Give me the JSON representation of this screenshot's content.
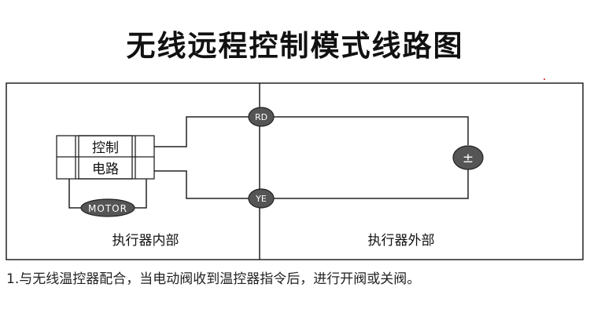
{
  "title": "无线远程控制模式线路图",
  "controller": {
    "line1": "控制",
    "line2": "电路"
  },
  "motor_label": "MOTOR",
  "terminals": {
    "rd": "RD",
    "ye": "YE"
  },
  "power_symbol": "±",
  "regions": {
    "inside": "执行器内部",
    "outside": "执行器外部"
  },
  "caption": "1.与无线温控器配合，当电动阀收到温控器指令后，进行开阀或关阀。"
}
